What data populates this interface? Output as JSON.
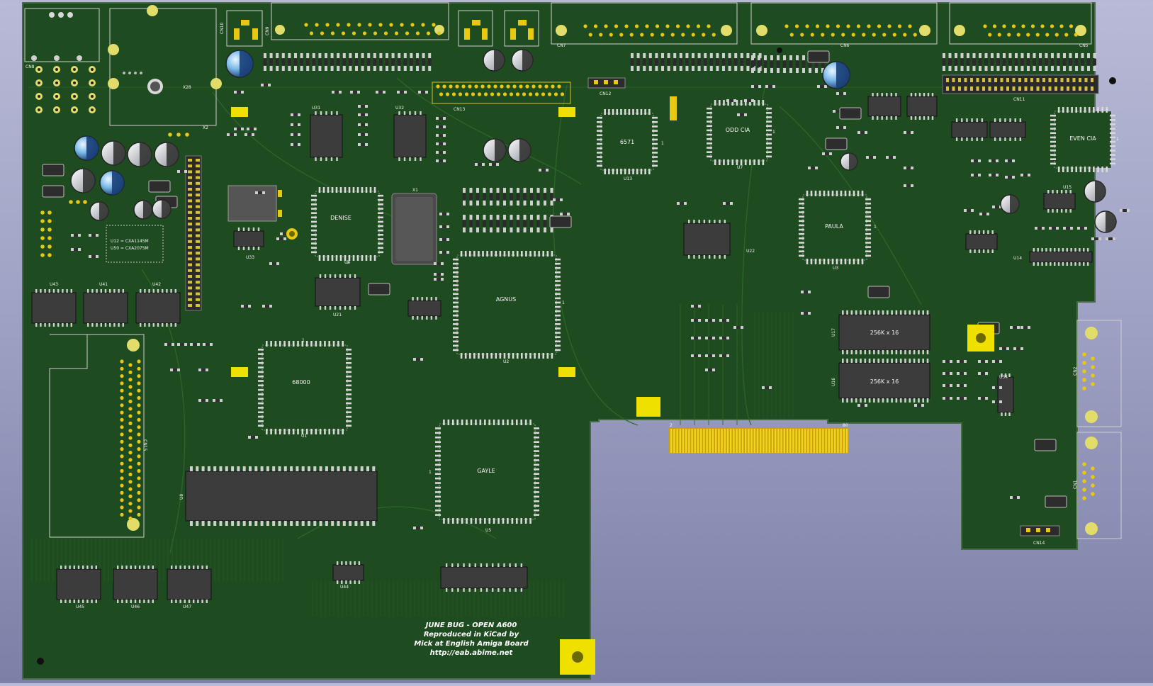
{
  "board": {
    "credits": [
      "JUNE BUG - OPEN A600",
      "Reproduced in KiCad by",
      "Mick at English Amiga Board",
      "http://eab.abime.net"
    ],
    "chips": {
      "agnus": "AGNUS",
      "denise": "DENISE",
      "paula": "PAULA",
      "gayle": "GAYLE",
      "cpu": "68000",
      "odd_cia": "ODD CIA",
      "even_cia": "EVEN CIA",
      "c6571": "6571",
      "ram_top": "256K x 16",
      "ram_bottom": "256K x 16",
      "u12_note": "U12 = CXA1145M",
      "u50_note": "U50 = CXA2075M"
    },
    "refs": {
      "u1": "U1",
      "u2": "U2",
      "u3": "U3",
      "u4": "U4",
      "u5": "U5",
      "u7": "U7",
      "u8": "U8",
      "u13": "U13",
      "x1": "X1",
      "x2": "X2",
      "x28": "X28",
      "cn6": "CN6",
      "cn7": "CN7",
      "cn5": "CN5",
      "cn8": "CN8",
      "cn9": "CN9",
      "cn10": "CN10",
      "cn12": "CN12",
      "cn13": "CN13",
      "cn14": "CN14",
      "cn15": "CN15",
      "cn11": "CN11",
      "cn1": "CN1",
      "cn2": "CN2",
      "u22": "U22",
      "u21": "U21",
      "u31": "U31",
      "u32": "U32",
      "u33": "U33",
      "u41": "U41",
      "u42": "U42",
      "u43": "U43",
      "u44": "U44",
      "u45": "U45",
      "u46": "U46",
      "u47": "U47",
      "u17": "U17",
      "u16": "U16",
      "u34": "U34",
      "u15": "U15",
      "u14": "U14",
      "pin1": "1",
      "pin2": "2",
      "pin80": "80"
    },
    "colors": {
      "board": "#1c4a1f",
      "copper": "#2d6b2a",
      "chip": "#3a3a3a",
      "pad": "#d9d9d9",
      "gold": "#e8c812",
      "marker": "#f0e000"
    }
  }
}
